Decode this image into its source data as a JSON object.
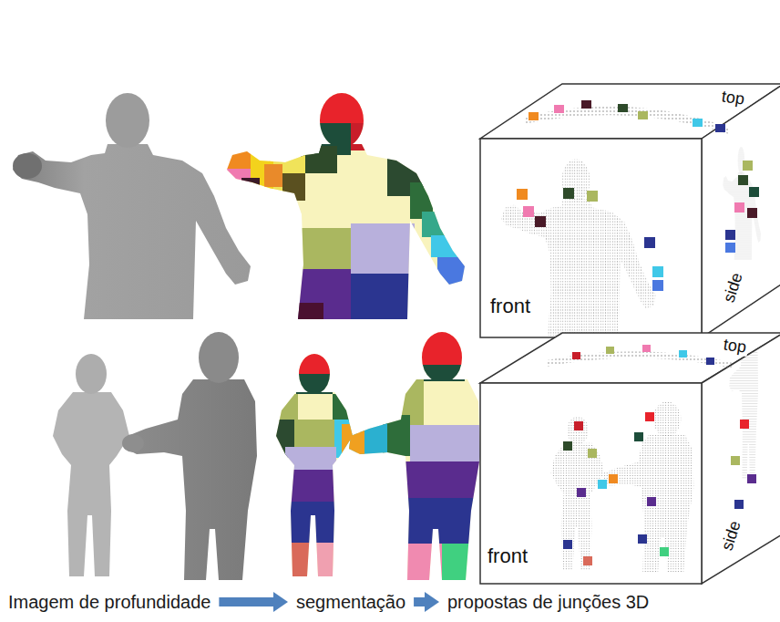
{
  "diagram": {
    "nodes": [
      {
        "text": [
          "Imagem de profundidade"
        ]
      },
      {
        "text": [
          "segmentação"
        ]
      },
      {
        "text": [
          "propostas de junções 3D"
        ]
      }
    ],
    "edges": [
      {
        "from": 0,
        "to": 1,
        "arrow": "to"
      },
      {
        "from": 1,
        "to": 2,
        "arrow": "to"
      }
    ],
    "labels": [
      "top",
      "front",
      "side",
      "top",
      "front",
      "side"
    ]
  }
}
